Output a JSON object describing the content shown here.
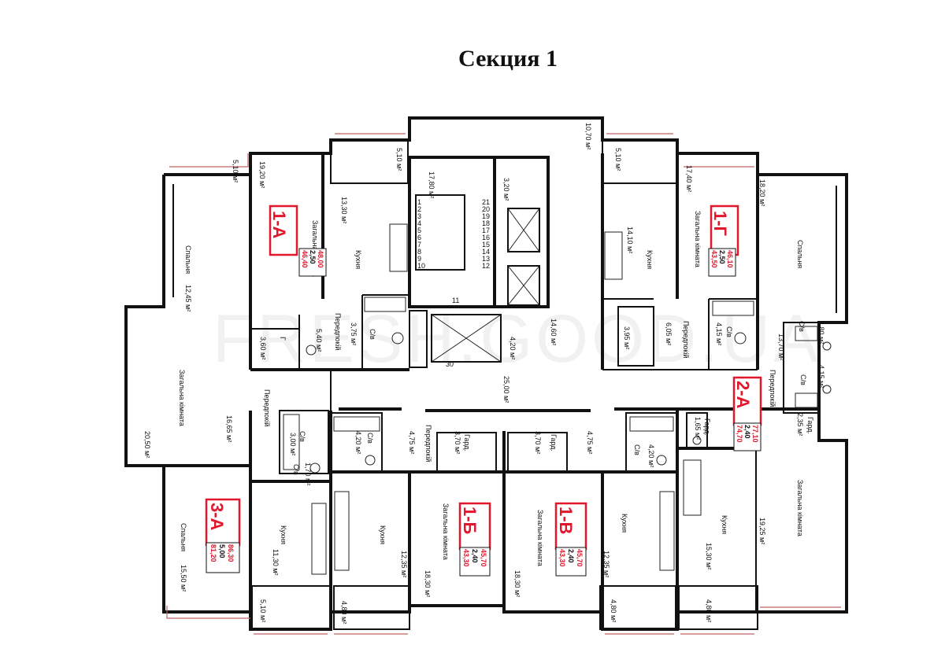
{
  "title": "Секция 1",
  "watermark": "FRESH.GOOD.UA",
  "colors": {
    "apt_label": "#e2172c",
    "wall": "#111111",
    "window": "#c06060"
  },
  "apartments": [
    {
      "id": "1-А",
      "values": [
        "46,40",
        "2,50",
        "48,00"
      ]
    },
    {
      "id": "1-Г",
      "values": [
        "43,50",
        "2,50",
        "46,10"
      ]
    },
    {
      "id": "2-А",
      "values": [
        "74,70",
        "2,40",
        "77,10"
      ]
    },
    {
      "id": "3-А",
      "values": [
        "81,20",
        "5,00",
        "86,30"
      ]
    },
    {
      "id": "1-Б",
      "values": [
        "43,30",
        "2,40",
        "45,70"
      ]
    },
    {
      "id": "1-В",
      "values": [
        "43,30",
        "2,40",
        "45,70"
      ]
    }
  ],
  "rooms": {
    "bedroom": "Спальня",
    "living": "Загальна кімната",
    "kitchen": "Кухня",
    "hall": "Передпокій",
    "bath": "С/в",
    "wardrobe": "Гард.",
    "g": "Г"
  },
  "areas": {
    "a1a_balcony": "5,10 м²",
    "a1a_bed": "12,45 м²",
    "a1a_living": "19,20 м²",
    "a1a_balcony2": "5,10 м²",
    "a1a_kitchen": "13,30 м²",
    "a1a_bath": "3,75 м²",
    "a1a_g": "3,60 м²",
    "a1a_hall": "5,40 м²",
    "stair": "17,80 м²",
    "lift": "3,20 м²",
    "top": "10,70 м²",
    "corr1": "4,20 м²",
    "corr2": "14,60 м²",
    "corr3": "25,00 м²",
    "a1g_balcony": "5,10 м²",
    "a1g_kitchen": "14,10 м²",
    "a1g_living": "17,40 м²",
    "a1g_bed": "18,20 м²",
    "a1g_bath": "4,15 м²",
    "a1g_hall": "6,05 м²",
    "a1g_g": "3,95 м²",
    "a2a_hall": "13,70 м²",
    "a2a_bath1": "1,80 м²",
    "a2a_bath2": "4,15 м²",
    "a2a_ward": "2,35 м²",
    "a2a_ward2": "1,65 м²",
    "a2a_living": "19,25 м²",
    "a2a_kitchen": "15,30 м²",
    "a2a_balcony": "4,80 м²",
    "a3a_living": "20,50 м²",
    "a3a_hall": "16,65 м²",
    "a3a_bath1": "3,00 м²",
    "a3a_bath2": "1,70 м²",
    "a3a_kitchen": "11,30 м²",
    "a3a_bed": "15,50 м²",
    "a3a_balcony": "5,10 м²",
    "a1b_bath": "4,20 м²",
    "a1b_hall": "4,75 м²",
    "a1b_ward": "3,70 м²",
    "a1b_kitchen": "12,35 м²",
    "a1b_living": "18,30 м²",
    "a1b_balcony": "4,80 м²",
    "a1v_ward": "3,70 м²",
    "a1v_hall": "4,75 м²",
    "a1v_bath": "4,20 м²",
    "a1v_living": "18,30 м²",
    "a1v_kitchen": "12,35 м²",
    "a1v_balcony": "4,80 м²"
  },
  "stair_steps_left": [
    "1",
    "2",
    "3",
    "4",
    "5",
    "6",
    "7",
    "8",
    "9",
    "10"
  ],
  "stair_steps_right": [
    "21",
    "20",
    "19",
    "18",
    "17",
    "16",
    "15",
    "14",
    "13",
    "12"
  ],
  "stair_landing": "11",
  "stair_bottom": "30"
}
